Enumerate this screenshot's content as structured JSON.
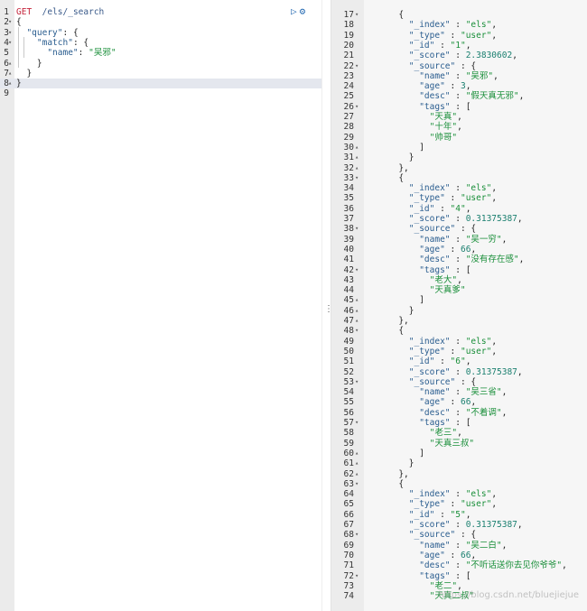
{
  "request": {
    "lines": [
      {
        "n": "1",
        "f": "",
        "parts": [
          [
            "m",
            "GET"
          ],
          [
            "",
            "  "
          ],
          [
            "u",
            "/els/_search"
          ]
        ]
      },
      {
        "n": "2",
        "f": "▾",
        "parts": [
          [
            "",
            "{"
          ]
        ]
      },
      {
        "n": "3",
        "f": "▾",
        "parts": [
          [
            "",
            "  "
          ],
          [
            "k",
            "\"query\""
          ],
          [
            "",
            ": {"
          ]
        ]
      },
      {
        "n": "4",
        "f": "▾",
        "parts": [
          [
            "",
            "    "
          ],
          [
            "k",
            "\"match\""
          ],
          [
            "",
            ": {"
          ]
        ]
      },
      {
        "n": "5",
        "f": "",
        "parts": [
          [
            "",
            "      "
          ],
          [
            "k",
            "\"name\""
          ],
          [
            "",
            ": "
          ],
          [
            "s",
            "\"吴邪\""
          ]
        ]
      },
      {
        "n": "6",
        "f": "▴",
        "parts": [
          [
            "",
            "    }"
          ]
        ]
      },
      {
        "n": "7",
        "f": "▴",
        "parts": [
          [
            "",
            "  }"
          ]
        ]
      },
      {
        "n": "8",
        "f": "▴",
        "parts": [
          [
            "",
            "}"
          ]
        ],
        "active": true
      },
      {
        "n": "9",
        "f": "",
        "parts": [
          [
            "",
            ""
          ]
        ]
      }
    ],
    "icons": {
      "run": "play-icon",
      "settings": "wrench-icon"
    }
  },
  "response": {
    "lines": [
      {
        "n": "17",
        "f": "▾",
        "parts": [
          [
            "",
            "      {"
          ]
        ]
      },
      {
        "n": "18",
        "f": "",
        "parts": [
          [
            "",
            "        "
          ],
          [
            "k",
            "\"_index\""
          ],
          [
            "",
            " : "
          ],
          [
            "s",
            "\"els\""
          ],
          [
            "",
            ","
          ]
        ]
      },
      {
        "n": "19",
        "f": "",
        "parts": [
          [
            "",
            "        "
          ],
          [
            "k",
            "\"_type\""
          ],
          [
            "",
            " : "
          ],
          [
            "s",
            "\"user\""
          ],
          [
            "",
            ","
          ]
        ]
      },
      {
        "n": "20",
        "f": "",
        "parts": [
          [
            "",
            "        "
          ],
          [
            "k",
            "\"_id\""
          ],
          [
            "",
            " : "
          ],
          [
            "s",
            "\"1\""
          ],
          [
            "",
            ","
          ]
        ]
      },
      {
        "n": "21",
        "f": "",
        "parts": [
          [
            "",
            "        "
          ],
          [
            "k",
            "\"_score\""
          ],
          [
            "",
            " : "
          ],
          [
            "n",
            "2.3830602"
          ],
          [
            "",
            ","
          ]
        ]
      },
      {
        "n": "22",
        "f": "▾",
        "parts": [
          [
            "",
            "        "
          ],
          [
            "k",
            "\"_source\""
          ],
          [
            "",
            " : {"
          ]
        ]
      },
      {
        "n": "23",
        "f": "",
        "parts": [
          [
            "",
            "          "
          ],
          [
            "k",
            "\"name\""
          ],
          [
            "",
            " : "
          ],
          [
            "s",
            "\"吴邪\""
          ],
          [
            "",
            ","
          ]
        ]
      },
      {
        "n": "24",
        "f": "",
        "parts": [
          [
            "",
            "          "
          ],
          [
            "k",
            "\"age\""
          ],
          [
            "",
            " : "
          ],
          [
            "n",
            "3"
          ],
          [
            "",
            ","
          ]
        ]
      },
      {
        "n": "25",
        "f": "",
        "parts": [
          [
            "",
            "          "
          ],
          [
            "k",
            "\"desc\""
          ],
          [
            "",
            " : "
          ],
          [
            "s",
            "\"假天真无邪\""
          ],
          [
            "",
            ","
          ]
        ]
      },
      {
        "n": "26",
        "f": "▾",
        "parts": [
          [
            "",
            "          "
          ],
          [
            "k",
            "\"tags\""
          ],
          [
            "",
            " : ["
          ]
        ]
      },
      {
        "n": "27",
        "f": "",
        "parts": [
          [
            "",
            "            "
          ],
          [
            "s",
            "\"天真\""
          ],
          [
            "",
            ","
          ]
        ]
      },
      {
        "n": "28",
        "f": "",
        "parts": [
          [
            "",
            "            "
          ],
          [
            "s",
            "\"十年\""
          ],
          [
            "",
            ","
          ]
        ]
      },
      {
        "n": "29",
        "f": "",
        "parts": [
          [
            "",
            "            "
          ],
          [
            "s",
            "\"帅哥\""
          ]
        ]
      },
      {
        "n": "30",
        "f": "▴",
        "parts": [
          [
            "",
            "          ]"
          ]
        ]
      },
      {
        "n": "31",
        "f": "▴",
        "parts": [
          [
            "",
            "        }"
          ]
        ]
      },
      {
        "n": "32",
        "f": "▴",
        "parts": [
          [
            "",
            "      },"
          ]
        ]
      },
      {
        "n": "33",
        "f": "▾",
        "parts": [
          [
            "",
            "      {"
          ]
        ]
      },
      {
        "n": "34",
        "f": "",
        "parts": [
          [
            "",
            "        "
          ],
          [
            "k",
            "\"_index\""
          ],
          [
            "",
            " : "
          ],
          [
            "s",
            "\"els\""
          ],
          [
            "",
            ","
          ]
        ]
      },
      {
        "n": "35",
        "f": "",
        "parts": [
          [
            "",
            "        "
          ],
          [
            "k",
            "\"_type\""
          ],
          [
            "",
            " : "
          ],
          [
            "s",
            "\"user\""
          ],
          [
            "",
            ","
          ]
        ]
      },
      {
        "n": "36",
        "f": "",
        "parts": [
          [
            "",
            "        "
          ],
          [
            "k",
            "\"_id\""
          ],
          [
            "",
            " : "
          ],
          [
            "s",
            "\"4\""
          ],
          [
            "",
            ","
          ]
        ]
      },
      {
        "n": "37",
        "f": "",
        "parts": [
          [
            "",
            "        "
          ],
          [
            "k",
            "\"_score\""
          ],
          [
            "",
            " : "
          ],
          [
            "n",
            "0.31375387"
          ],
          [
            "",
            ","
          ]
        ]
      },
      {
        "n": "38",
        "f": "▾",
        "parts": [
          [
            "",
            "        "
          ],
          [
            "k",
            "\"_source\""
          ],
          [
            "",
            " : {"
          ]
        ]
      },
      {
        "n": "39",
        "f": "",
        "parts": [
          [
            "",
            "          "
          ],
          [
            "k",
            "\"name\""
          ],
          [
            "",
            " : "
          ],
          [
            "s",
            "\"吴一穷\""
          ],
          [
            "",
            ","
          ]
        ]
      },
      {
        "n": "40",
        "f": "",
        "parts": [
          [
            "",
            "          "
          ],
          [
            "k",
            "\"age\""
          ],
          [
            "",
            " : "
          ],
          [
            "n",
            "66"
          ],
          [
            "",
            ","
          ]
        ]
      },
      {
        "n": "41",
        "f": "",
        "parts": [
          [
            "",
            "          "
          ],
          [
            "k",
            "\"desc\""
          ],
          [
            "",
            " : "
          ],
          [
            "s",
            "\"没有存在感\""
          ],
          [
            "",
            ","
          ]
        ]
      },
      {
        "n": "42",
        "f": "▾",
        "parts": [
          [
            "",
            "          "
          ],
          [
            "k",
            "\"tags\""
          ],
          [
            "",
            " : ["
          ]
        ]
      },
      {
        "n": "43",
        "f": "",
        "parts": [
          [
            "",
            "            "
          ],
          [
            "s",
            "\"老大\""
          ],
          [
            "",
            ","
          ]
        ]
      },
      {
        "n": "44",
        "f": "",
        "parts": [
          [
            "",
            "            "
          ],
          [
            "s",
            "\"天真爹\""
          ]
        ]
      },
      {
        "n": "45",
        "f": "▴",
        "parts": [
          [
            "",
            "          ]"
          ]
        ]
      },
      {
        "n": "46",
        "f": "▴",
        "parts": [
          [
            "",
            "        }"
          ]
        ]
      },
      {
        "n": "47",
        "f": "▴",
        "parts": [
          [
            "",
            "      },"
          ]
        ]
      },
      {
        "n": "48",
        "f": "▾",
        "parts": [
          [
            "",
            "      {"
          ]
        ]
      },
      {
        "n": "49",
        "f": "",
        "parts": [
          [
            "",
            "        "
          ],
          [
            "k",
            "\"_index\""
          ],
          [
            "",
            " : "
          ],
          [
            "s",
            "\"els\""
          ],
          [
            "",
            ","
          ]
        ]
      },
      {
        "n": "50",
        "f": "",
        "parts": [
          [
            "",
            "        "
          ],
          [
            "k",
            "\"_type\""
          ],
          [
            "",
            " : "
          ],
          [
            "s",
            "\"user\""
          ],
          [
            "",
            ","
          ]
        ]
      },
      {
        "n": "51",
        "f": "",
        "parts": [
          [
            "",
            "        "
          ],
          [
            "k",
            "\"_id\""
          ],
          [
            "",
            " : "
          ],
          [
            "s",
            "\"6\""
          ],
          [
            "",
            ","
          ]
        ]
      },
      {
        "n": "52",
        "f": "",
        "parts": [
          [
            "",
            "        "
          ],
          [
            "k",
            "\"_score\""
          ],
          [
            "",
            " : "
          ],
          [
            "n",
            "0.31375387"
          ],
          [
            "",
            ","
          ]
        ]
      },
      {
        "n": "53",
        "f": "▾",
        "parts": [
          [
            "",
            "        "
          ],
          [
            "k",
            "\"_source\""
          ],
          [
            "",
            " : {"
          ]
        ]
      },
      {
        "n": "54",
        "f": "",
        "parts": [
          [
            "",
            "          "
          ],
          [
            "k",
            "\"name\""
          ],
          [
            "",
            " : "
          ],
          [
            "s",
            "\"吴三省\""
          ],
          [
            "",
            ","
          ]
        ]
      },
      {
        "n": "55",
        "f": "",
        "parts": [
          [
            "",
            "          "
          ],
          [
            "k",
            "\"age\""
          ],
          [
            "",
            " : "
          ],
          [
            "n",
            "66"
          ],
          [
            "",
            ","
          ]
        ]
      },
      {
        "n": "56",
        "f": "",
        "parts": [
          [
            "",
            "          "
          ],
          [
            "k",
            "\"desc\""
          ],
          [
            "",
            " : "
          ],
          [
            "s",
            "\"不着调\""
          ],
          [
            "",
            ","
          ]
        ]
      },
      {
        "n": "57",
        "f": "▾",
        "parts": [
          [
            "",
            "          "
          ],
          [
            "k",
            "\"tags\""
          ],
          [
            "",
            " : ["
          ]
        ]
      },
      {
        "n": "58",
        "f": "",
        "parts": [
          [
            "",
            "            "
          ],
          [
            "s",
            "\"老三\""
          ],
          [
            "",
            ","
          ]
        ]
      },
      {
        "n": "59",
        "f": "",
        "parts": [
          [
            "",
            "            "
          ],
          [
            "s",
            "\"天真三叔\""
          ]
        ]
      },
      {
        "n": "60",
        "f": "▴",
        "parts": [
          [
            "",
            "          ]"
          ]
        ]
      },
      {
        "n": "61",
        "f": "▴",
        "parts": [
          [
            "",
            "        }"
          ]
        ]
      },
      {
        "n": "62",
        "f": "▴",
        "parts": [
          [
            "",
            "      },"
          ]
        ]
      },
      {
        "n": "63",
        "f": "▾",
        "parts": [
          [
            "",
            "      {"
          ]
        ]
      },
      {
        "n": "64",
        "f": "",
        "parts": [
          [
            "",
            "        "
          ],
          [
            "k",
            "\"_index\""
          ],
          [
            "",
            " : "
          ],
          [
            "s",
            "\"els\""
          ],
          [
            "",
            ","
          ]
        ]
      },
      {
        "n": "65",
        "f": "",
        "parts": [
          [
            "",
            "        "
          ],
          [
            "k",
            "\"_type\""
          ],
          [
            "",
            " : "
          ],
          [
            "s",
            "\"user\""
          ],
          [
            "",
            ","
          ]
        ]
      },
      {
        "n": "66",
        "f": "",
        "parts": [
          [
            "",
            "        "
          ],
          [
            "k",
            "\"_id\""
          ],
          [
            "",
            " : "
          ],
          [
            "s",
            "\"5\""
          ],
          [
            "",
            ","
          ]
        ]
      },
      {
        "n": "67",
        "f": "",
        "parts": [
          [
            "",
            "        "
          ],
          [
            "k",
            "\"_score\""
          ],
          [
            "",
            " : "
          ],
          [
            "n",
            "0.31375387"
          ],
          [
            "",
            ","
          ]
        ]
      },
      {
        "n": "68",
        "f": "▾",
        "parts": [
          [
            "",
            "        "
          ],
          [
            "k",
            "\"_source\""
          ],
          [
            "",
            " : {"
          ]
        ]
      },
      {
        "n": "69",
        "f": "",
        "parts": [
          [
            "",
            "          "
          ],
          [
            "k",
            "\"name\""
          ],
          [
            "",
            " : "
          ],
          [
            "s",
            "\"吴二白\""
          ],
          [
            "",
            ","
          ]
        ]
      },
      {
        "n": "70",
        "f": "",
        "parts": [
          [
            "",
            "          "
          ],
          [
            "k",
            "\"age\""
          ],
          [
            "",
            " : "
          ],
          [
            "n",
            "66"
          ],
          [
            "",
            ","
          ]
        ]
      },
      {
        "n": "71",
        "f": "",
        "parts": [
          [
            "",
            "          "
          ],
          [
            "k",
            "\"desc\""
          ],
          [
            "",
            " : "
          ],
          [
            "s",
            "\"不听话送你去见你爷爷\""
          ],
          [
            "",
            ","
          ]
        ]
      },
      {
        "n": "72",
        "f": "▾",
        "parts": [
          [
            "",
            "          "
          ],
          [
            "k",
            "\"tags\""
          ],
          [
            "",
            " : ["
          ]
        ]
      },
      {
        "n": "73",
        "f": "",
        "parts": [
          [
            "",
            "            "
          ],
          [
            "s",
            "\"老二\""
          ],
          [
            "",
            ","
          ]
        ]
      },
      {
        "n": "74",
        "f": "",
        "parts": [
          [
            "",
            "            "
          ],
          [
            "s",
            "\"天真二叔\""
          ]
        ]
      }
    ]
  },
  "splitter": {
    "handle": "⋮"
  },
  "watermark": "https://blog.csdn.net/bluejiejue"
}
